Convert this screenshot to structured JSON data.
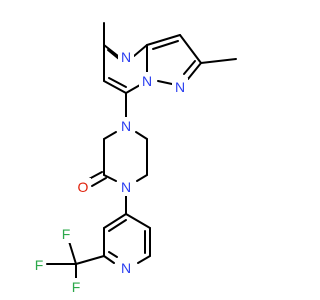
{
  "molecule": {
    "colors": {
      "bond": "#000000",
      "nitrogen": "#2a3ef0",
      "oxygen": "#e0220c",
      "fluorine": "#2ba84a",
      "carbon": "#000000"
    },
    "atoms": {
      "n_pyrimidine": "N",
      "n_bridgehead": "N",
      "n_pyrazole": "N",
      "n_piperazine_top": "N",
      "n_piperazine_bottom": "N",
      "o_carbonyl": "O",
      "n_pyridine": "N",
      "f_1": "F",
      "f_2": "F",
      "f_3": "F"
    }
  }
}
